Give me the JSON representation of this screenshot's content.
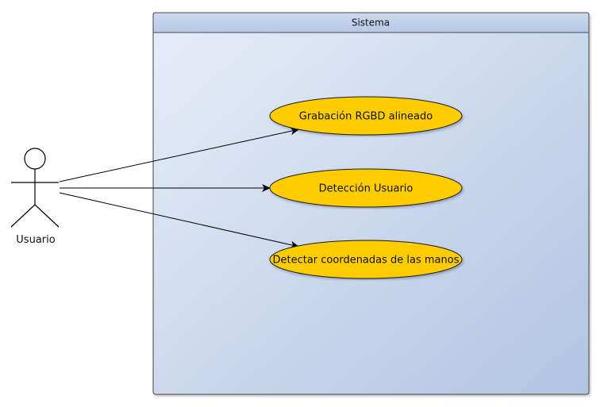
{
  "diagram_type": "use-case",
  "system": {
    "title": "Sistema"
  },
  "actor": {
    "name": "Usuario"
  },
  "use_cases": [
    {
      "label": "Grabación RGBD alineado"
    },
    {
      "label": "Detección Usuario"
    },
    {
      "label": "Detectar coordenadas de las manos"
    }
  ],
  "associations": [
    {
      "from": "Usuario",
      "to": "Grabación RGBD alineado",
      "arrow": "open-arrow"
    },
    {
      "from": "Usuario",
      "to": "Detección Usuario",
      "arrow": "open-arrow"
    },
    {
      "from": "Usuario",
      "to": "Detectar coordenadas de las manos",
      "arrow": "open-arrow"
    }
  ],
  "colors": {
    "system_header_top": "#c9d8ee",
    "system_header_bottom": "#b4c8e6",
    "system_body_light": "#e6ecf7",
    "system_body_dark": "#b3c7e4",
    "system_border": "#4a4a4a",
    "use_case_fill": "#ffcc00",
    "use_case_stroke": "#1a1a1a",
    "line_color": "#000000"
  }
}
